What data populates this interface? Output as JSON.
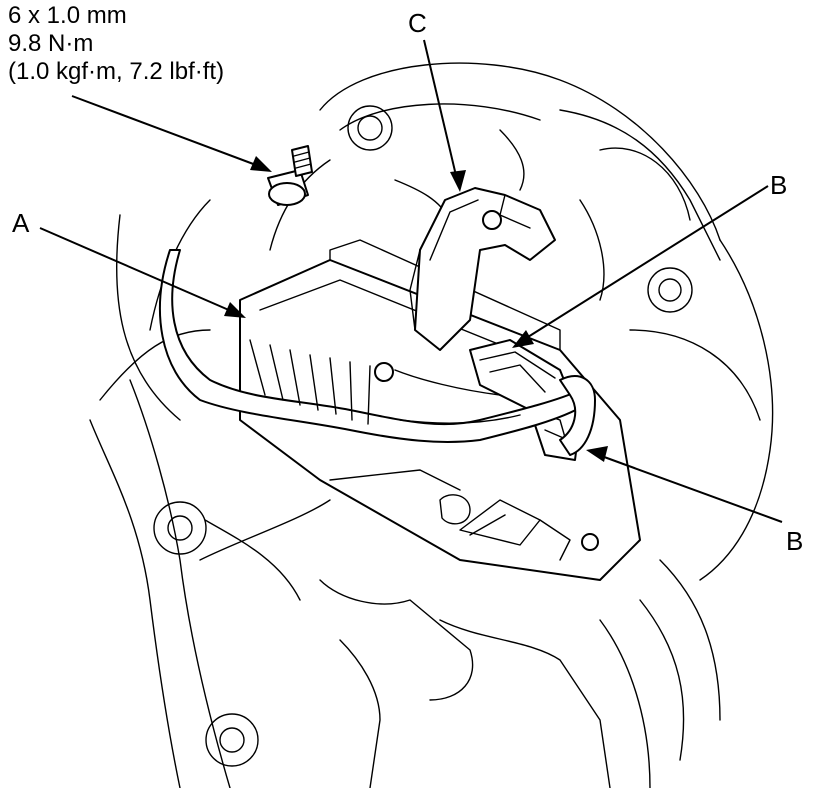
{
  "spec": {
    "line1": "6 x 1.0 mm",
    "line2": "9.8 N·m",
    "line3": "(1.0 kgf·m, 7.2 lbf·ft)"
  },
  "callouts": {
    "a": "A",
    "b_upper": "B",
    "b_lower": "B",
    "c": "C"
  }
}
